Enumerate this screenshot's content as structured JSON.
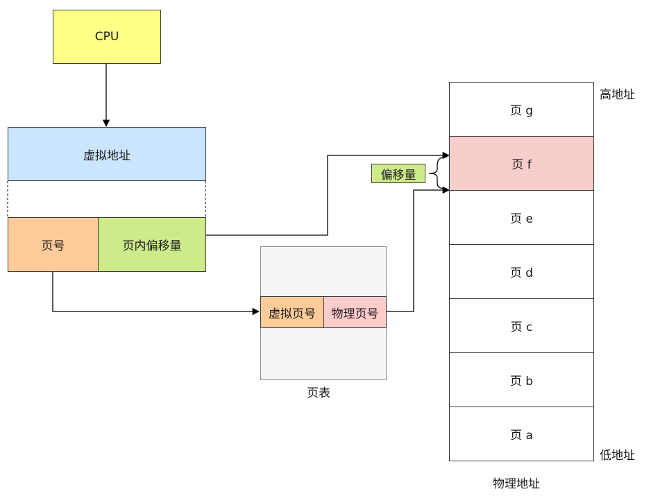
{
  "cpu": {
    "label": "CPU"
  },
  "virtual_address": {
    "title": "虚拟地址",
    "page_number": "页号",
    "page_offset": "页内偏移量"
  },
  "page_table": {
    "virtual_page": "虚拟页号",
    "physical_page": "物理页号",
    "caption": "页表"
  },
  "physical_memory": {
    "pages": [
      "页 g",
      "页 f",
      "页 e",
      "页 d",
      "页 c",
      "页 b",
      "页 a"
    ],
    "high_label": "高地址",
    "low_label": "低地址",
    "caption": "物理地址",
    "offset_label": "偏移量"
  },
  "colors": {
    "cpu": "#ffff88",
    "virtual_address": "#cce5ff",
    "page_number": "#ffcc99",
    "page_offset": "#cdeb8b",
    "page_table_bg": "#f5f5f5",
    "physical_page": "#ffcccc",
    "highlighted_page": "#f8cecc"
  }
}
